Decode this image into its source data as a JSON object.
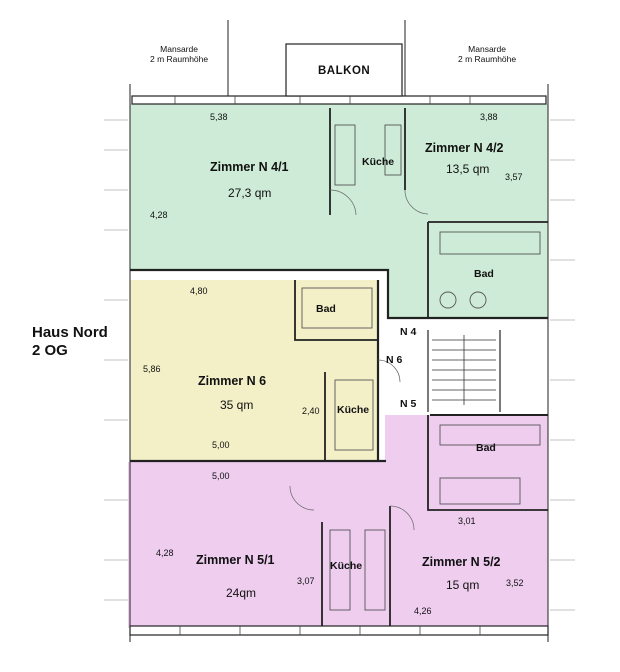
{
  "building": {
    "house": "Haus Nord",
    "floor": "2 OG"
  },
  "exterior": {
    "balcony": "BALKON",
    "attic_left": [
      "Mansarde",
      "2 m Raumhöhe"
    ],
    "attic_right": [
      "Mansarde",
      "2 m Raumhöhe"
    ]
  },
  "units": {
    "n41": {
      "name": "Zimmer N 4/1",
      "area": "27,3 qm",
      "width": "5,38",
      "depth": "4,28",
      "color": "#cdebd6"
    },
    "n42": {
      "name": "Zimmer N 4/2",
      "area": "13,5 qm",
      "width": "3,88",
      "depth": "3,57",
      "color": "#cdebd6"
    },
    "n6": {
      "name": "Zimmer N 6",
      "area": "35 qm",
      "width": "4,80",
      "depth": "5,86",
      "kitchen_width": "2,40",
      "bottom": "5,00",
      "color": "#f3f0c8"
    },
    "n51": {
      "name": "Zimmer N 5/1",
      "area": "24qm",
      "width": "5,00",
      "depth": "4,28",
      "kitchen_width": "3,07",
      "color": "#efcdef"
    },
    "n52": {
      "name": "Zimmer N 5/2",
      "area": "15 qm",
      "width": "3,01",
      "depth": "3,52",
      "bottom": "4,26",
      "color": "#efcdef"
    }
  },
  "fixtures": {
    "kitchen": "Küche",
    "bath": "Bad"
  },
  "stair_labels": {
    "n4": "N 4",
    "n6": "N 6",
    "n5": "N 5"
  }
}
